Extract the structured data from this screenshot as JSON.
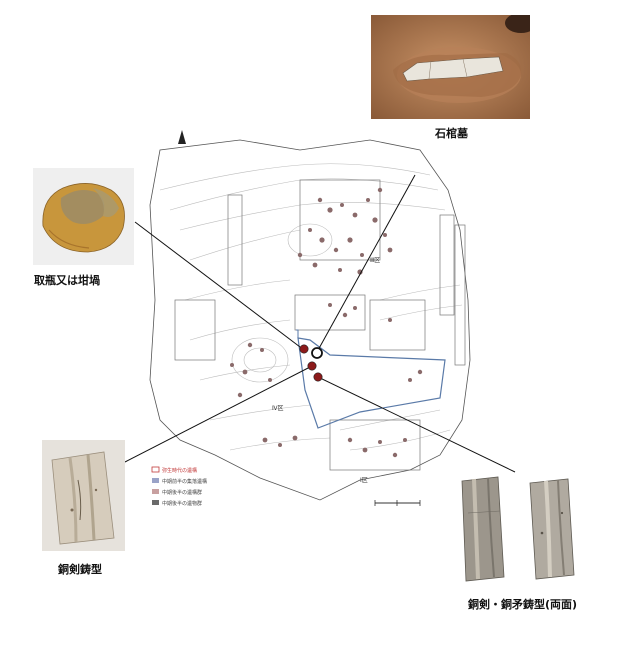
{
  "captions": {
    "stone_coffin": "石棺墓",
    "jar_or_crucible": "取瓶又は坩堝",
    "bronze_sword_mold": "銅剣鋳型",
    "sword_spear_mold": "銅剣・銅矛鋳型(両面)"
  },
  "map": {
    "zone_labels": {
      "zone_a": "Ⅳ区",
      "zone_b": "Ⅲ区",
      "zone_c": "Ⅰ区"
    },
    "legend": [
      {
        "label": "弥生時代の遺構",
        "color": "#c23a3a"
      },
      {
        "label": "中期前半の集落遺構",
        "color": "#9aa3c8"
      },
      {
        "label": "中期後半の遺構群",
        "color": "#c8a0a0"
      },
      {
        "label": "中期後半の遺物群",
        "color": "#6a6a6a"
      }
    ],
    "colors": {
      "boundary": "#5a7aa8",
      "marker": "#8c1a1a",
      "contour": "#bcbcbc"
    }
  }
}
